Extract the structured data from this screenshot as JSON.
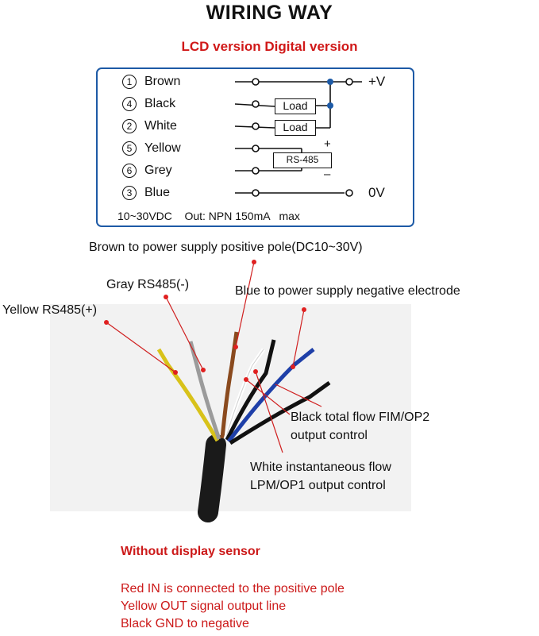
{
  "title": "WIRING WAY",
  "subtitle": "LCD version Digital version",
  "schematic": {
    "wires": [
      {
        "num": "1",
        "name": "Brown"
      },
      {
        "num": "4",
        "name": "Black"
      },
      {
        "num": "2",
        "name": "White"
      },
      {
        "num": "5",
        "name": "Yellow"
      },
      {
        "num": "6",
        "name": "Grey"
      },
      {
        "num": "3",
        "name": "Blue"
      }
    ],
    "plus_v": "+V",
    "zero_v": "0V",
    "load_label": "Load",
    "rs485_label": "RS-485",
    "plus_sign": "+",
    "minus_sign": "–",
    "footer": "10~30VDC    Out: NPN 150mA   max"
  },
  "callouts": {
    "brown": "Brown to power supply positive pole(DC10~30V)",
    "gray": "Gray RS485(-)",
    "blue": "Blue to power supply negative electrode",
    "yellow": "Yellow RS485(+)",
    "black_1": "Black total flow FIM/OP2",
    "black_2": "output control",
    "white_1": "White instantaneous flow",
    "white_2": "LPM/OP1 output control"
  },
  "without_display": {
    "title": "Without display sensor",
    "lines": [
      "Red IN is connected to the positive pole",
      "Yellow OUT signal output line",
      "Black GND to negative"
    ]
  },
  "colors": {
    "accent_red": "#cc1a1a",
    "schematic_blue": "#1d5aa6"
  }
}
